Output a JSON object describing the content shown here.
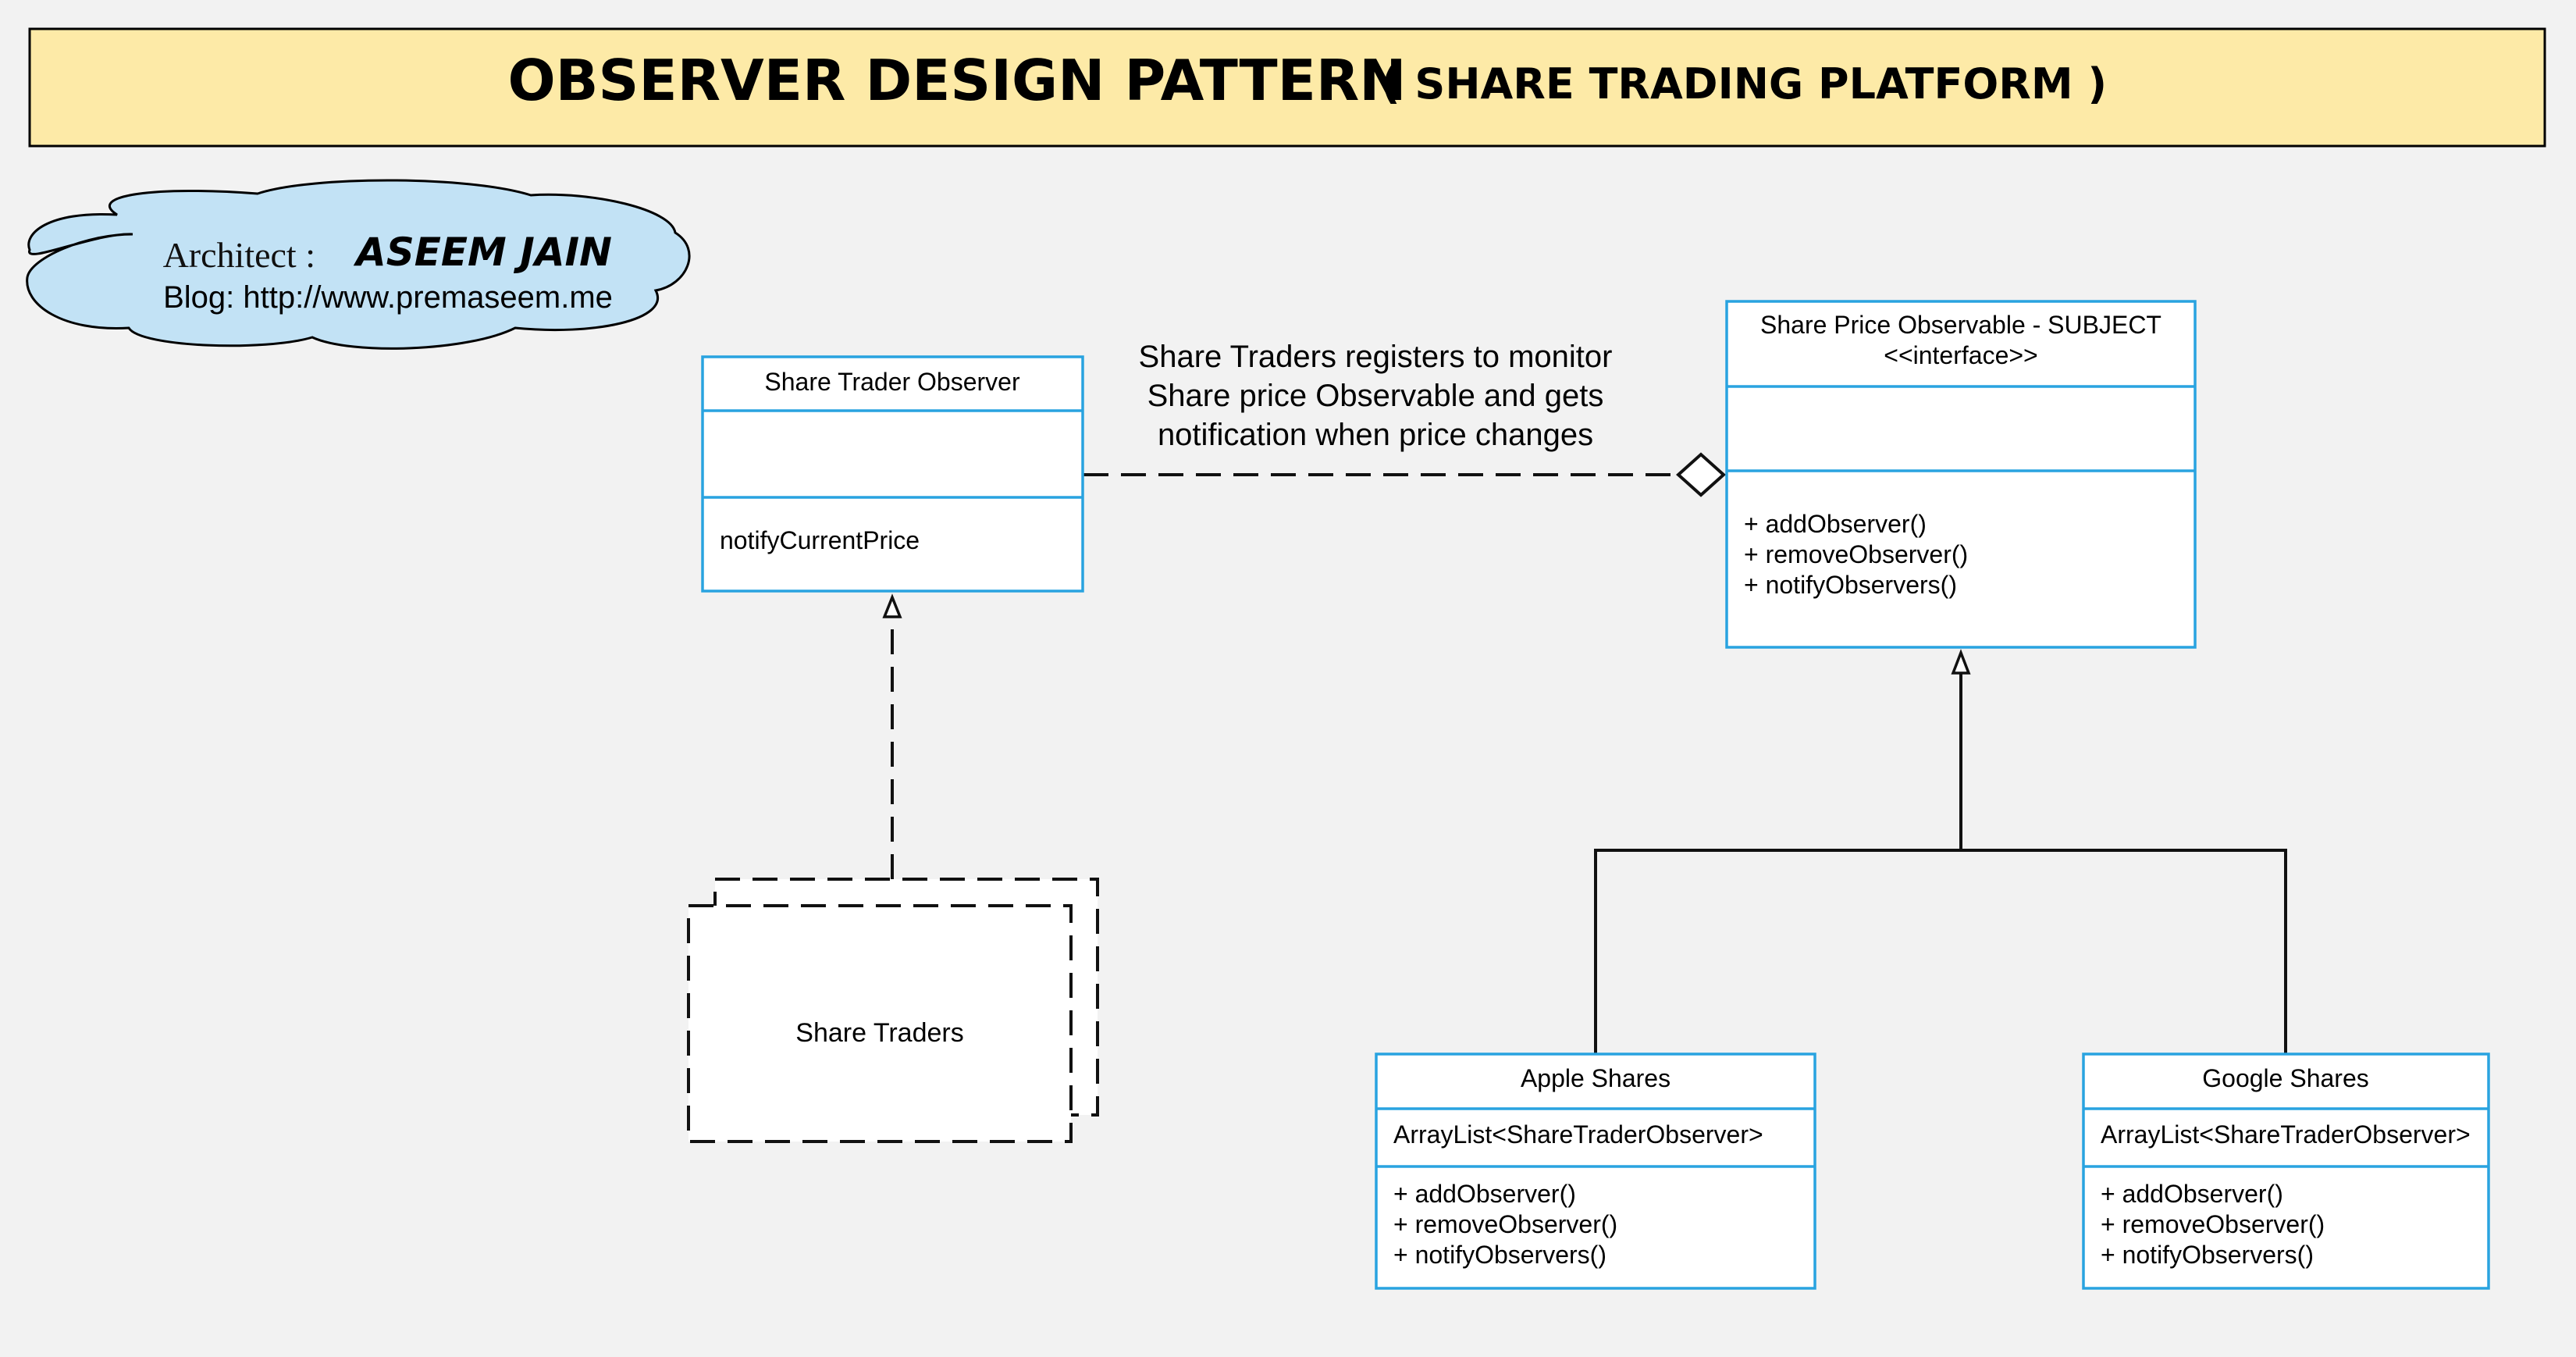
{
  "title": {
    "main": "OBSERVER DESIGN PATTERN",
    "sub": "( SHARE TRADING PLATFORM )"
  },
  "author_cloud": {
    "architect_label": "Architect :",
    "architect_name": "ASEEM JAIN",
    "blog": "Blog: http://www.premaseem.me"
  },
  "note": {
    "line1": "Share Traders registers to monitor",
    "line2": "Share price Observable and gets",
    "line3": "notification when price changes"
  },
  "observer_class": {
    "name": "Share Trader Observer",
    "attributes": "",
    "methods": [
      "notifyCurrentPrice"
    ]
  },
  "subject_class": {
    "name": "Share Price Observable - SUBJECT",
    "stereotype": "<<interface>>",
    "attributes": "",
    "methods": [
      "+ addObserver()",
      "+ removeObserver()",
      "+ notifyObservers()"
    ]
  },
  "traders": {
    "label": "Share Traders"
  },
  "apple_class": {
    "name": "Apple Shares",
    "attribute": "ArrayList<ShareTraderObserver>",
    "methods": [
      "+ addObserver()",
      "+ removeObserver()",
      "+ notifyObservers()"
    ]
  },
  "google_class": {
    "name": "Google Shares",
    "attribute": "ArrayList<ShareTraderObserver>",
    "methods": [
      "+ addObserver()",
      "+ removeObserver()",
      "+ notifyObservers()"
    ]
  },
  "colors": {
    "background": "#f2f2f2",
    "title_band": "#fdeaa7",
    "cloud": "#c2e2f5",
    "uml_border": "#29a3e0"
  }
}
